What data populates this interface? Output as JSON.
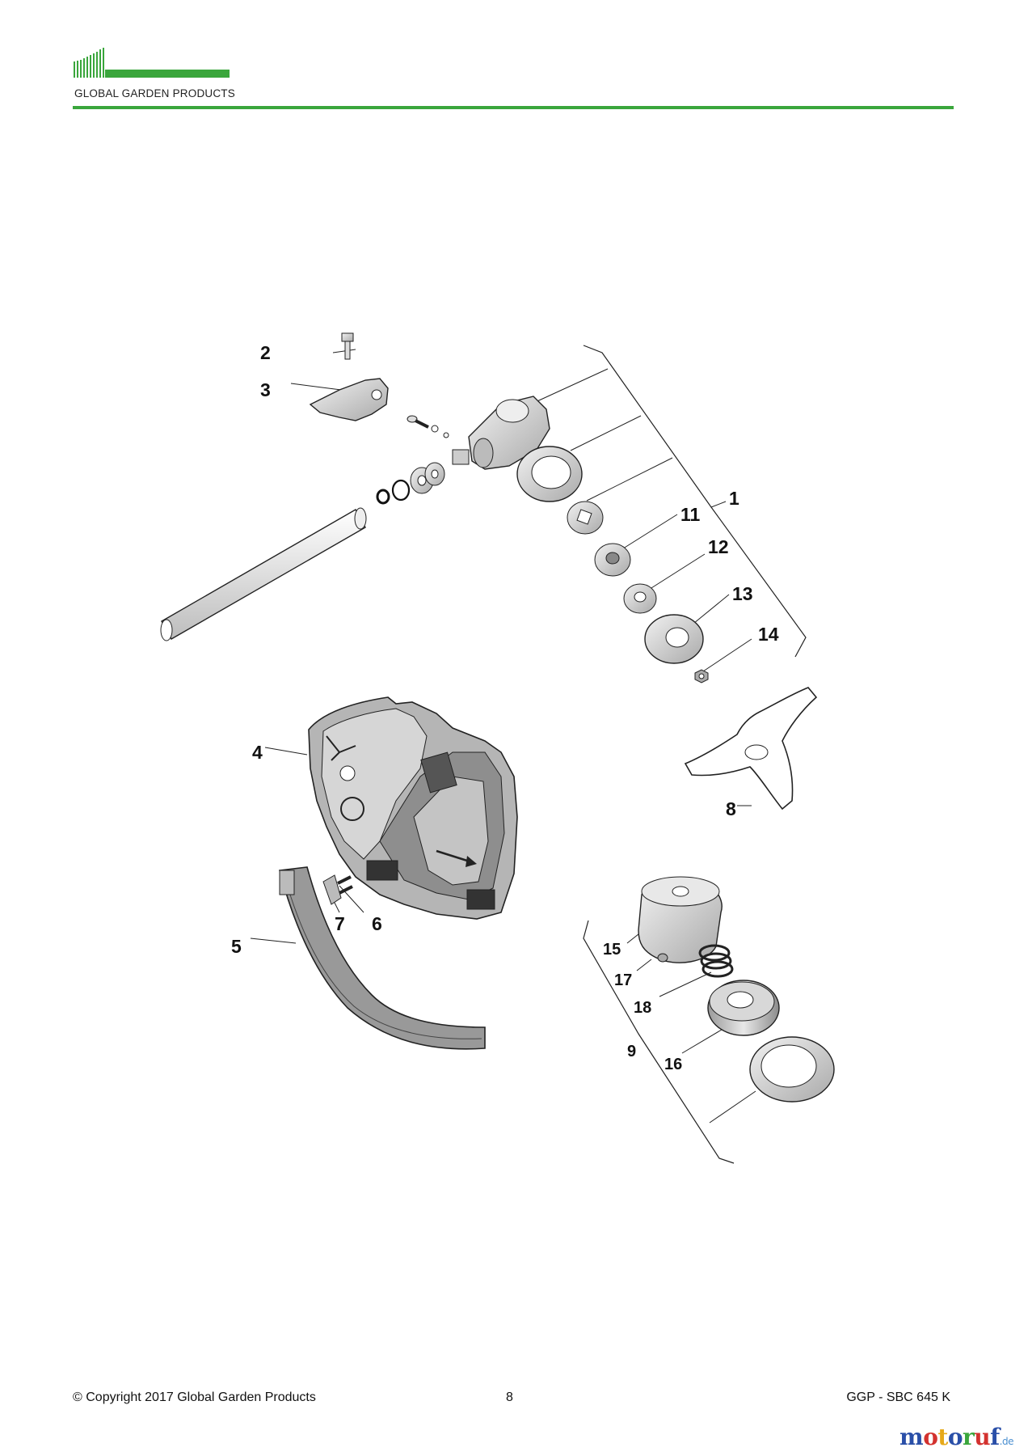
{
  "header": {
    "brand": "GLOBAL GARDEN PRODUCTS",
    "brand_color": "#3aa63c",
    "rule_color": "#3aa63c"
  },
  "diagram": {
    "callouts": {
      "c1": "1",
      "c2": "2",
      "c3": "3",
      "c4": "4",
      "c5": "5",
      "c6": "6",
      "c7": "7",
      "c8": "8",
      "c9": "9",
      "c11": "11",
      "c12": "12",
      "c13": "13",
      "c14": "14",
      "c15": "15",
      "c16": "16",
      "c17": "17",
      "c18": "18"
    }
  },
  "footer": {
    "copyright": "© Copyright 2017 Global Garden Products",
    "page_number": "8",
    "model": "GGP - SBC 645 K"
  },
  "watermark": {
    "letters": [
      "m",
      "o",
      "t",
      "o",
      "r",
      "u",
      "f"
    ],
    "colors": [
      "#2a4fa8",
      "#d3322f",
      "#e6a91a",
      "#2a4fa8",
      "#3aa63c",
      "#d3322f",
      "#2a4fa8"
    ],
    "suffix": ".de"
  }
}
